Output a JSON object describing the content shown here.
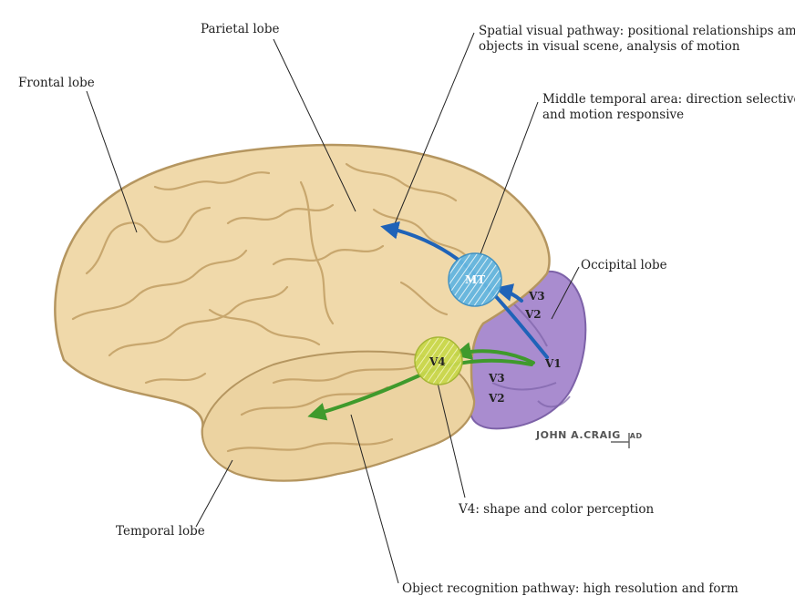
{
  "labels": {
    "parietal": "Parietal lobe",
    "frontal": "Frontal lobe",
    "spatial_line1": "Spatial visual pathway: positional relationships among",
    "spatial_line2": "objects in visual scene, analysis of motion",
    "mt_line1": "Middle temporal area: direction selective",
    "mt_line2": "and motion responsive",
    "occipital": "Occipital lobe",
    "v4_desc": "V4: shape and color perception",
    "temporal": "Temporal lobe",
    "object_pathway": "Object recognition pathway: high resolution and form"
  },
  "areas": {
    "mt": "MT",
    "v4": "V4",
    "v1": "V1",
    "v3_upper": "V3",
    "v2_upper": "V2",
    "v3_lower": "V3",
    "v2_lower": "V2"
  },
  "signature": "JOHN A.CRAIG",
  "signature_suffix": "AD",
  "colors": {
    "brain": "#f0d9aa",
    "brain_dark": "#c9a870",
    "occipital": "#a98ccf",
    "dorsal_arrow": "#1f63b8",
    "ventral_arrow": "#3f9a2c",
    "mt_fill": "#5fb4df",
    "v4_fill": "#c9d84a"
  }
}
